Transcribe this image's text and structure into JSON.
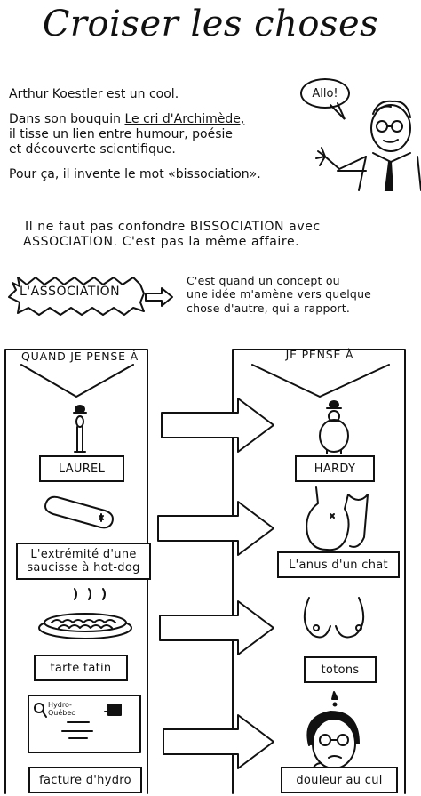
{
  "title": "Croiser les choses",
  "intro": {
    "line1": "Arthur Koestler est un cool.",
    "line2a": "Dans son bouquin",
    "line2b": "Le cri d'Archimède,",
    "line3": "il tisse un lien entre humour, poésie",
    "line4": "et découverte scientifique.",
    "line5": "Pour ça, il invente le mot «bissociation»."
  },
  "speech": "Allo!",
  "warning": {
    "line1": "Il ne faut pas confondre BISSOCIATION avec",
    "line2": "ASSOCIATION. C'est pas la même affaire."
  },
  "association": {
    "label": "L'ASSOCIATION",
    "def1": "C'est quand un concept ou",
    "def2": "une idée m'amène vers quelque",
    "def3": "chose d'autre, qui a rapport."
  },
  "columns": {
    "left": "QUAND JE PENSE À",
    "right": "JE PENSE À"
  },
  "pairs": [
    {
      "left": "LAUREL",
      "right": "HARDY"
    },
    {
      "left1": "L'extrémité d'une",
      "left2": "saucisse à hot-dog",
      "right": "L'anus d'un chat"
    },
    {
      "left": "tarte tatin",
      "right": "totons"
    },
    {
      "left": "facture d'hydro",
      "right": "douleur au cul"
    }
  ],
  "hydro_logo": {
    "line1": "Hydro-",
    "line2": "Québec"
  }
}
